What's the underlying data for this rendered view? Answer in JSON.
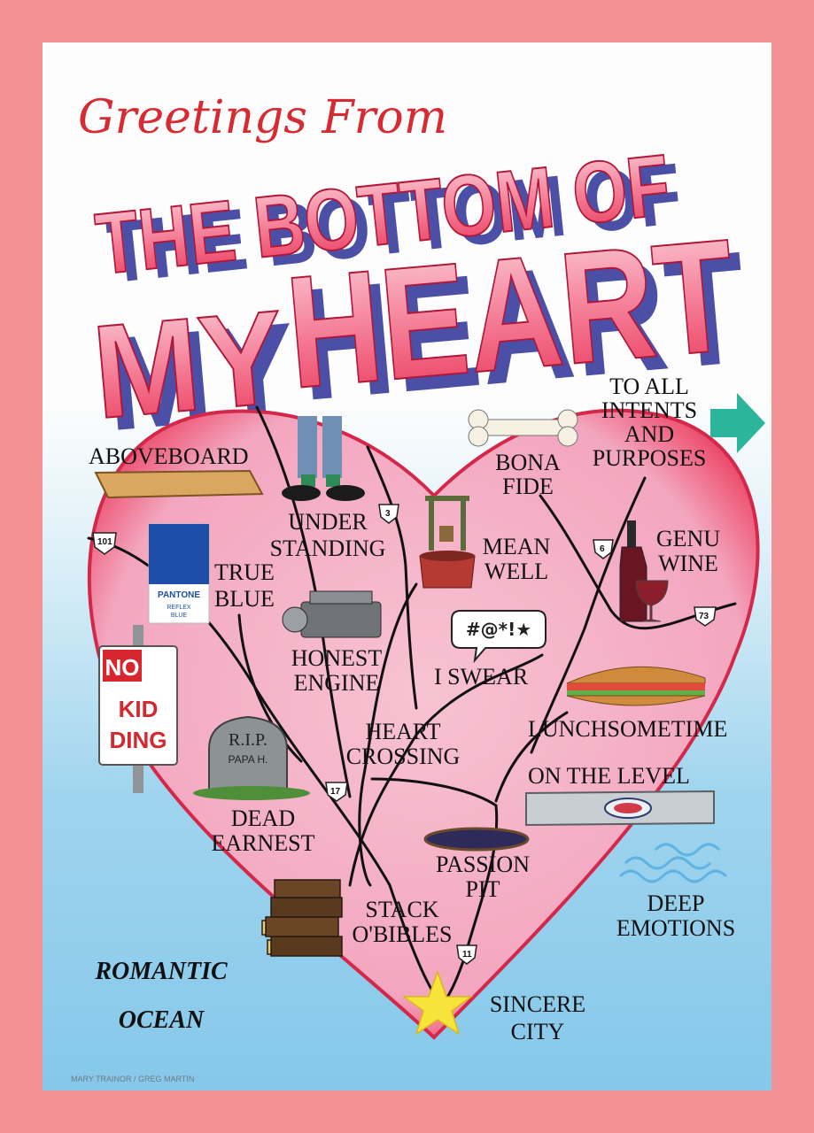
{
  "header": {
    "greeting": "Greetings From",
    "line1": "THE BOTTOM OF",
    "line2_a": "MY",
    "line2_b": "HEART"
  },
  "signs": {
    "intents": [
      "TO ALL",
      "INTENTS",
      "AND",
      "PURPOSES"
    ],
    "no_kidding": [
      "NO",
      "KID",
      "DING"
    ],
    "pantone": [
      "PANTONE",
      "REFLEX",
      "BLUE"
    ],
    "tombstone": [
      "R.I.P.",
      "PAPA H."
    ],
    "swear_bubble": "#@*!★"
  },
  "places": {
    "aboveboard": "ABOVEBOARD",
    "understanding": [
      "UNDER",
      "STANDING"
    ],
    "bona_fide": [
      "BONA",
      "FIDE"
    ],
    "true_blue": [
      "TRUE",
      "BLUE"
    ],
    "mean_well": [
      "MEAN",
      "WELL"
    ],
    "genu_wine": [
      "GENU",
      "WINE"
    ],
    "honest_engine": [
      "HONEST",
      "ENGINE"
    ],
    "i_swear": "I SWEAR",
    "heart_crossing": [
      "HEART",
      "CROSSING"
    ],
    "lunchsometime": "LUNCHSOMETIME",
    "on_the_level": "ON THE LEVEL",
    "dead_earnest": [
      "DEAD",
      "EARNEST"
    ],
    "passion_pit": [
      "PASSION",
      "PIT"
    ],
    "stack_obibles": [
      "STACK",
      "O'BIBLES"
    ],
    "deep_emotions": [
      "DEEP",
      "EMOTIONS"
    ],
    "sincere_city": [
      "SINCERE",
      "CITY"
    ],
    "romantic_ocean": [
      "ROMANTIC",
      "OCEAN"
    ]
  },
  "route_shields": [
    "101",
    "3",
    "6",
    "73",
    "17",
    "11"
  ],
  "credits": "MARY TRAINOR / GREG MARTIN",
  "colors": {
    "border": "#f29196",
    "heart": "#e93a5a",
    "heart_inner": "#f6b9cc",
    "title_fill": "#f47892",
    "title_shadow": "#4b4fa6",
    "greeting": "#d62b32",
    "arrow": "#2bb59b",
    "star": "#f6e43a"
  }
}
